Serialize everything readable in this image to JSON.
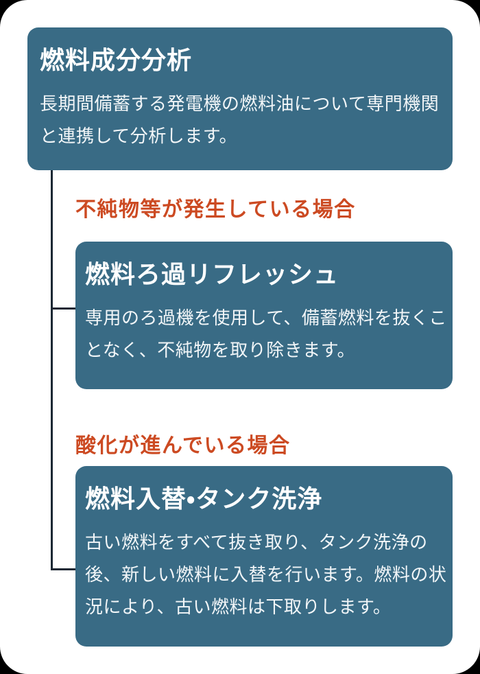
{
  "palette": {
    "page_bg": "#000000",
    "card_bg": "#ffffff",
    "box_bg": "#396b85",
    "title_color": "#ffffff",
    "body_color": "#f2f6f8",
    "label_color": "#cc4a22",
    "connector_color": "#1b2733"
  },
  "flow": {
    "root_box": {
      "title": "燃料成分分析",
      "body_lines": [
        "長期間備蓄する発電機の燃料油について専門機関",
        "と連携して分析します。"
      ]
    },
    "branches": [
      {
        "condition_label": "不純物等が発生している場合",
        "box": {
          "title": "燃料ろ過リフレッシュ",
          "body_lines": [
            "専用のろ過機を使用して、備蓄燃料を抜くこ",
            "となく、不純物を取り除きます。"
          ]
        }
      },
      {
        "condition_label": "酸化が進んでいる場合",
        "box": {
          "title": "燃料入替・タンク洗浄",
          "body_lines": [
            "古い燃料をすべて抜き取り、タンク洗浄の",
            "後、新しい燃料に入替を行います。燃料の状",
            "況により、古い燃料は下取りします。"
          ]
        }
      }
    ]
  }
}
